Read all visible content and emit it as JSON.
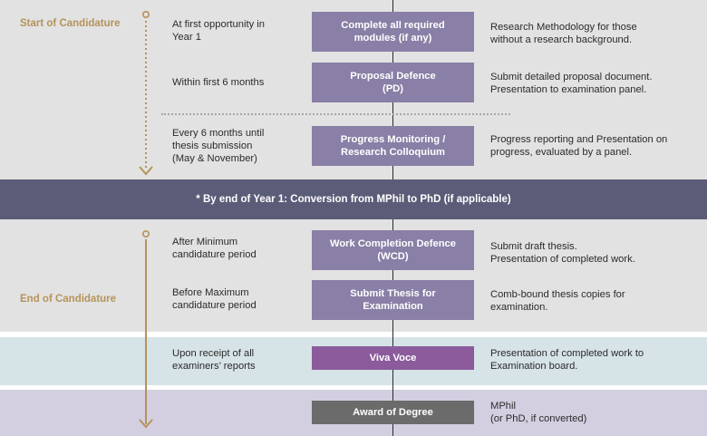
{
  "labels": {
    "start": "Start of Candidature",
    "end": "End of Candidature"
  },
  "conversion": "* By end of Year 1: Conversion from MPhil to PhD (if applicable)",
  "steps": [
    {
      "timing": [
        "At first opportunity in",
        "Year 1"
      ],
      "box": [
        "Complete all required",
        "modules (if any)"
      ],
      "desc": [
        "Research Methodology for those",
        "without a research background."
      ]
    },
    {
      "timing": [
        "Within first 6 months"
      ],
      "box": [
        "Proposal Defence",
        "(PD)"
      ],
      "desc": [
        "Submit detailed proposal document.",
        "Presentation to examination panel."
      ]
    },
    {
      "timing": [
        "Every 6 months until",
        "thesis submission",
        "(May & November)"
      ],
      "box": [
        "Progress Monitoring /",
        "Research Colloquium"
      ],
      "desc": [
        "Progress reporting and Presentation on",
        "progress, evaluated by a panel."
      ]
    },
    {
      "timing": [
        "After Minimum",
        "candidature period"
      ],
      "box": [
        "Work Completion Defence",
        "(WCD)"
      ],
      "desc": [
        "Submit draft thesis.",
        "Presentation of completed work."
      ]
    },
    {
      "timing": [
        "Before Maximum",
        "candidature period"
      ],
      "box": [
        "Submit Thesis for",
        "Examination"
      ],
      "desc": [
        "Comb-bound thesis copies for",
        "examination."
      ]
    },
    {
      "timing": [
        "Upon receipt of all",
        "examiners’ reports"
      ],
      "box": [
        "Viva Voce"
      ],
      "desc": [
        "Presentation of completed work to",
        "Examination board."
      ]
    },
    {
      "timing": [],
      "box": [
        "Award of Degree"
      ],
      "desc": [
        "MPhil",
        "(or PhD, if converted)"
      ]
    }
  ],
  "colors": {
    "band_grey": "#e2e2e2",
    "band_blue": "#d6e3e7",
    "band_lavender": "#d3cee0",
    "box_purple": "#8a7fa6",
    "box_viva": "#8b5b9c",
    "box_award": "#6b6b6b",
    "conversion_bar": "#5b5c78",
    "side_label": "#b5935a"
  }
}
